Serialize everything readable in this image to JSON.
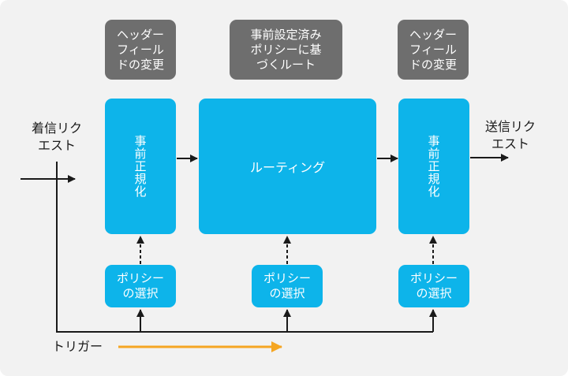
{
  "labels": {
    "incoming": "着信リク\nエスト",
    "outgoing": "送信リク\nエスト",
    "trigger": "トリガー"
  },
  "header_boxes": [
    {
      "text": "ヘッダー\nフィール\nドの変更"
    },
    {
      "text": "事前設定済み\nポリシーに基\nづくルート"
    },
    {
      "text": "ヘッダー\nフィール\nドの変更"
    }
  ],
  "stages": {
    "left": "事前正規化",
    "middle": "ルーティング",
    "right": "事前正規化"
  },
  "policy_boxes": [
    {
      "text": "ポリシー\nの選択"
    },
    {
      "text": "ポリシー\nの選択"
    },
    {
      "text": "ポリシー\nの選択"
    }
  ],
  "colors": {
    "stage_blue": "#0db4ea",
    "header_gray": "#6e6e6e",
    "trigger_arrow": "#f5a623",
    "line": "#1a1a1a"
  }
}
